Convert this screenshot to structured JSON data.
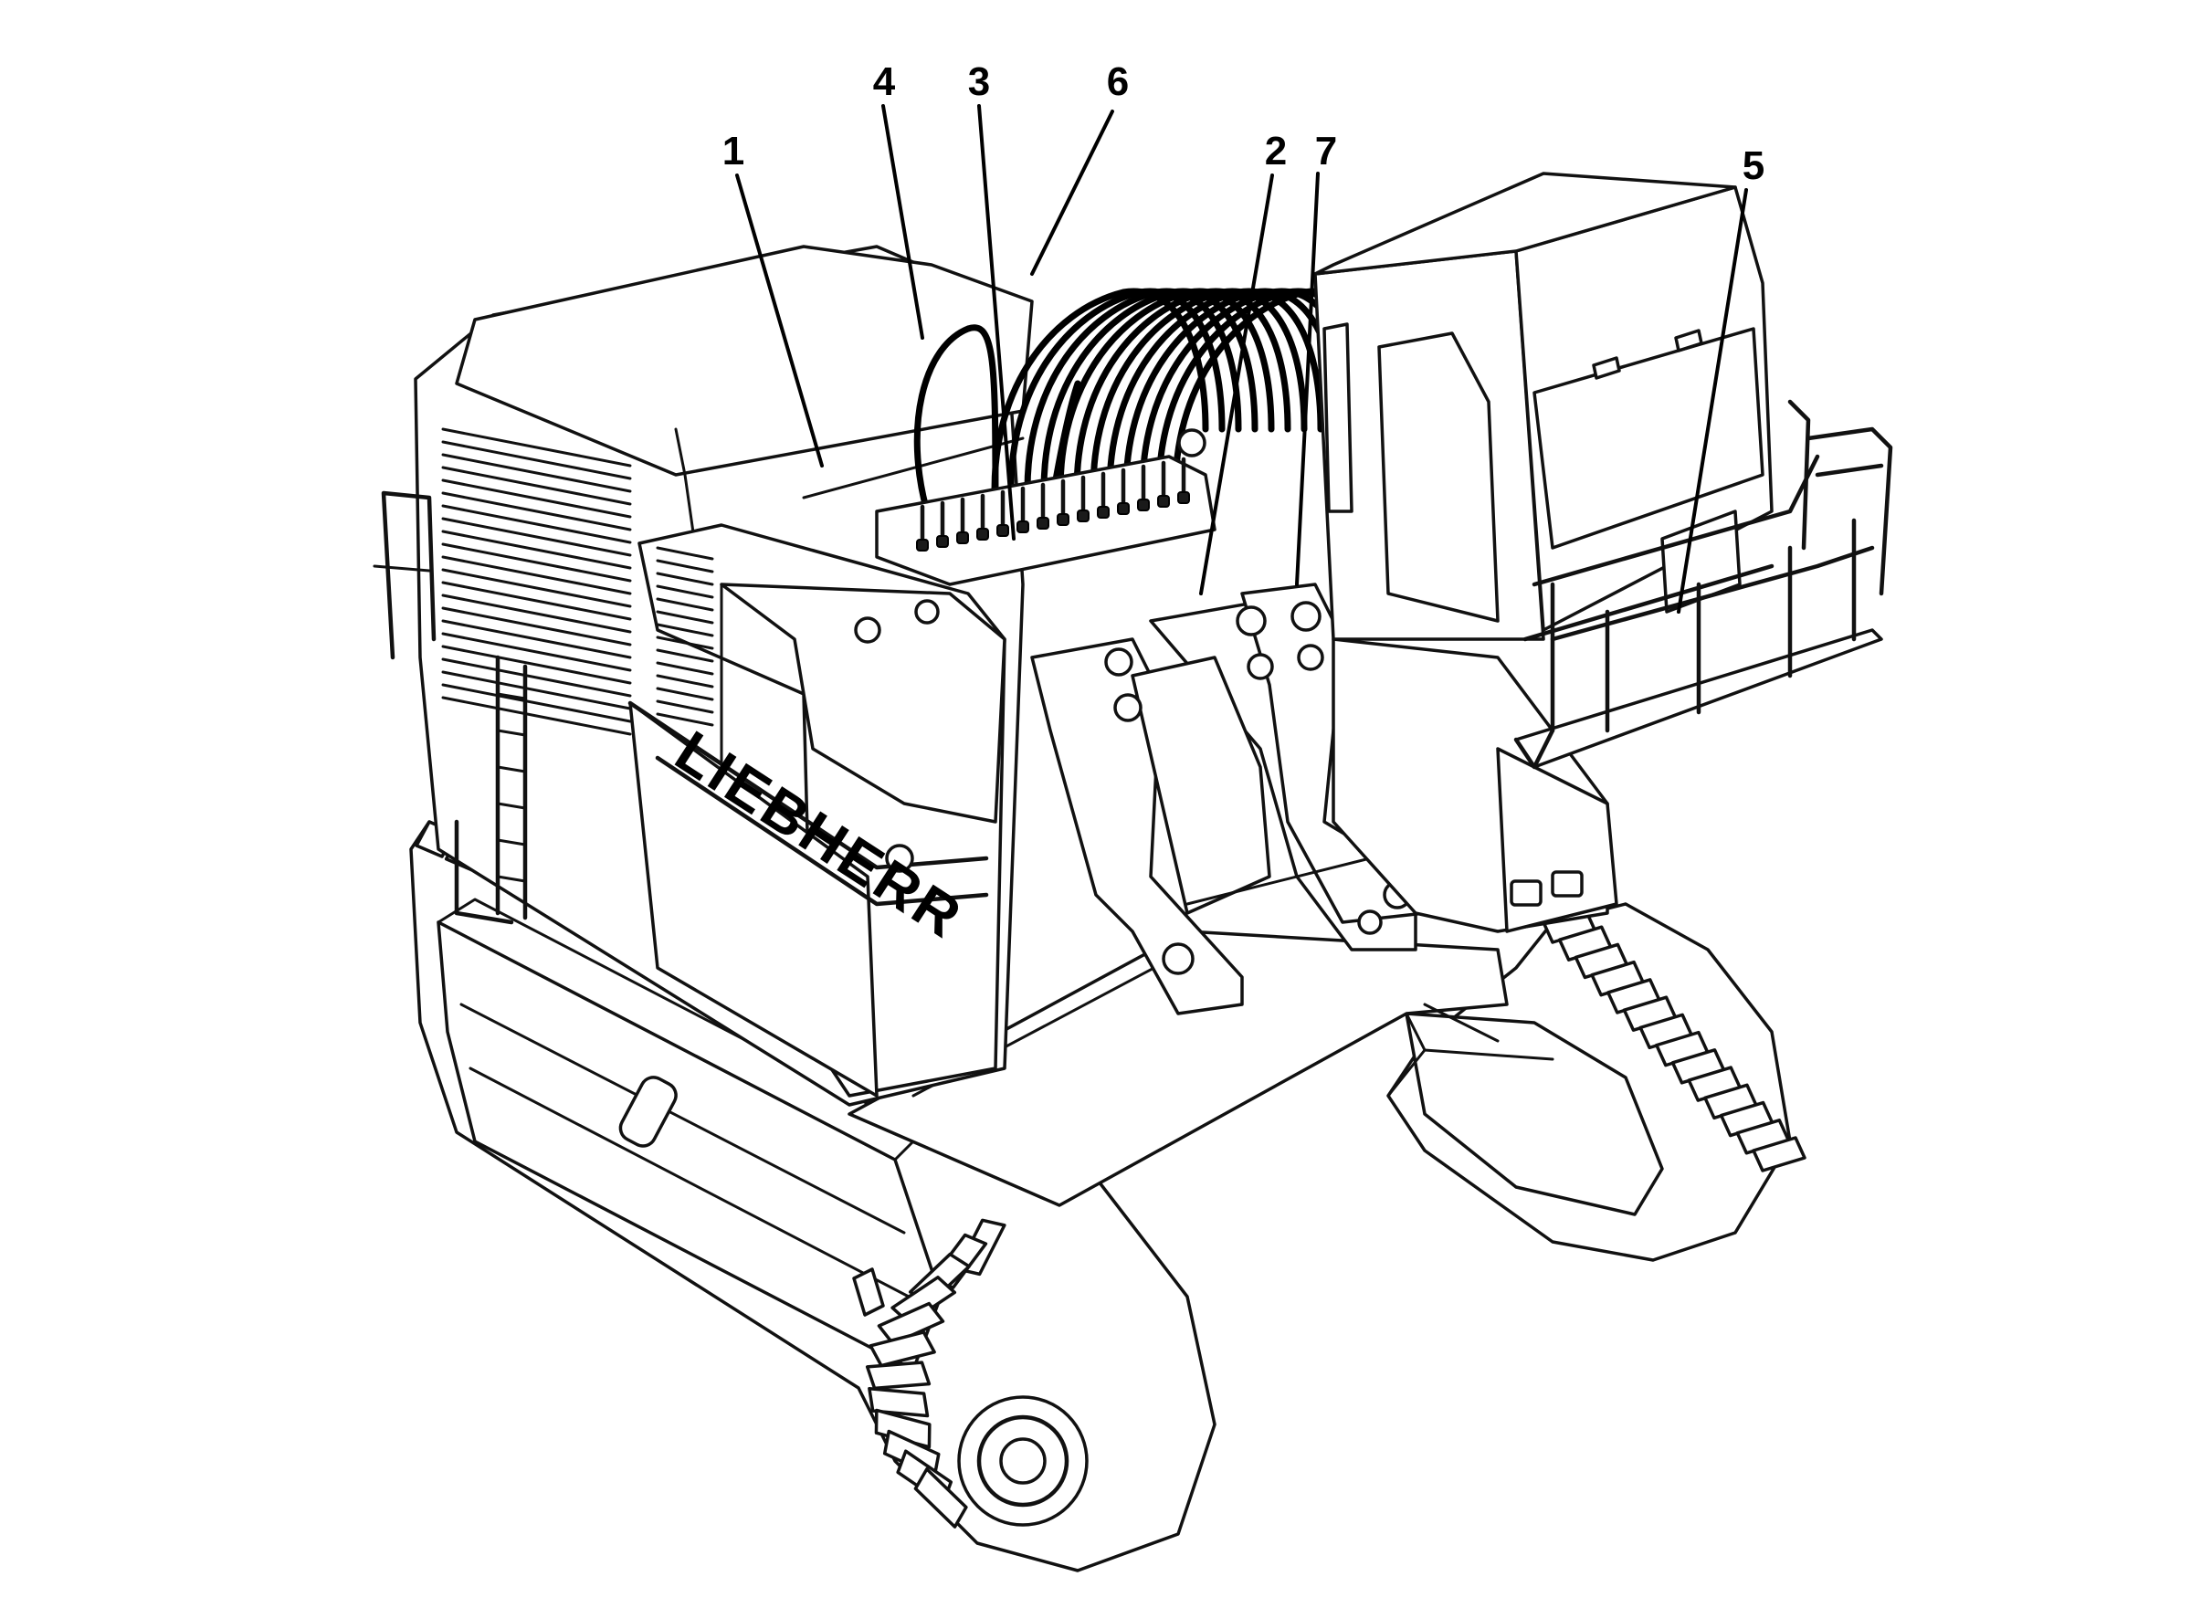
{
  "brand_text": "LIEBHERR",
  "callouts": [
    {
      "label": "1"
    },
    {
      "label": "2"
    },
    {
      "label": "3"
    },
    {
      "label": "4"
    },
    {
      "label": "5"
    },
    {
      "label": "6"
    },
    {
      "label": "7"
    }
  ],
  "colors": {
    "ink": "#000000",
    "paper": "#ffffff"
  }
}
